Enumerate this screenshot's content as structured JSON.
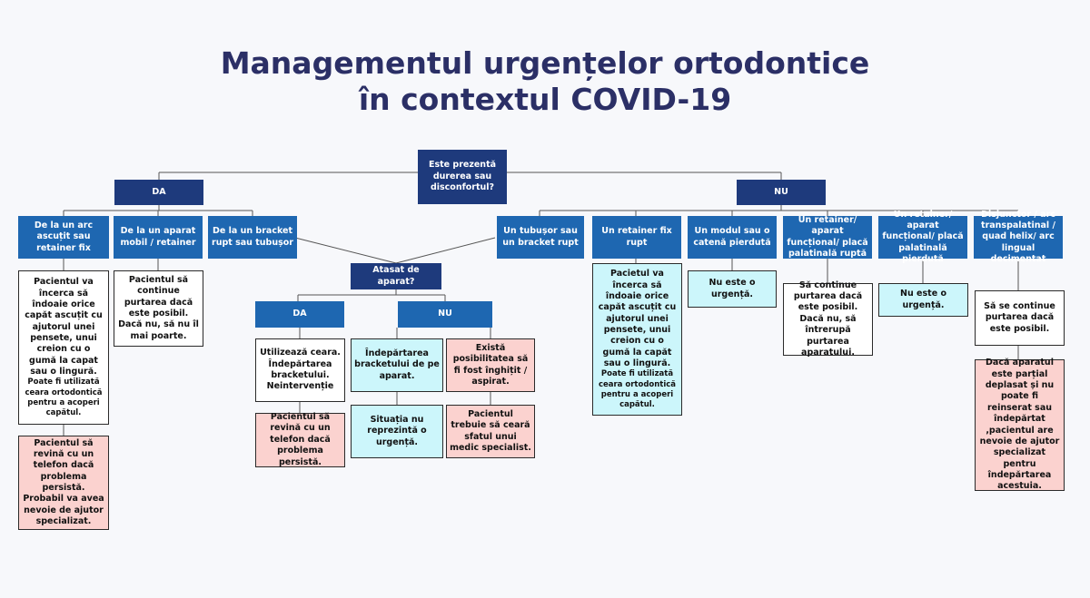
{
  "title": {
    "line1": "Managementul urgențelor ortodontice",
    "line2": "în contextul COVID-19"
  },
  "colors": {
    "title": "#2b2f66",
    "header_blue": "#1e67b1",
    "header_navy": "#1e3a7c",
    "cyan": "#ccf6fb",
    "pink": "#fbd2cf"
  },
  "root": "Este prezentă durerea sau disconfortul?",
  "yes": "DA",
  "no": "NU",
  "categories": {
    "c1": "De la un arc ascuțit sau retainer fix",
    "c2": "De la un aparat mobil / retainer",
    "c3": "De la un bracket rupt sau tubușor",
    "c4": "Un tubușor sau un bracket rupt",
    "c5": "Un retainer fix rupt",
    "c6": "Un modul sau o catenă pierdută",
    "c7": "Un retainer/ aparat funcțional/ placă palatinală ruptă",
    "c8": "Un retainer/ aparat funcțional/ placă palatinală pierdută",
    "c9": "Disjunctor / arc transpalatinal / quad helix/ arc lingual decimentat"
  },
  "attached": {
    "question": "Atasat de aparat?",
    "yes": "DA",
    "no": "NU"
  },
  "boxes": {
    "c1_a": "Pacientul va încerca să îndoaie orice capăt ascuțit cu ajutorul unei pensete, unui creion cu o gumă la capat sau o lingură.",
    "c1_a_note": "Poate fi utilizată ceara ortodontică pentru a acoperi capătul.",
    "c1_b": "Pacientul să revină cu un telefon dacă problema persistă. Probabil va avea nevoie de ajutor specializat.",
    "c2_a": "Pacientul să continue purtarea dacă este posibil. Dacă nu, să nu îl mai poarte.",
    "da_a": "Utilizează ceara. Îndepărtarea bracketului. Neintervenție",
    "da_b": "Pacientul să revină cu un telefon dacă problema persistă.",
    "nu_a": "Îndepărtarea bracketului de pe aparat.",
    "nu_b": "Situația nu reprezintă o urgență.",
    "nu_c": "Există posibilitatea să fi fost înghițit / aspirat.",
    "nu_d": "Pacientul trebuie să ceară sfatul unui medic specialist.",
    "c5_a": "Pacietul va încerca să îndoaie orice capăt ascuțit cu ajutorul unei pensete, unui creion cu o gumă la capăt sau o lingură.",
    "c5_a_note": "Poate fi utilizată ceara ortodontică pentru a acoperi capătul.",
    "c6_a": "Nu este o urgență.",
    "c7_a": "Să continue purtarea dacă este posibil. Dacă nu, să întrerupă purtarea aparatului.",
    "c8_a": "Nu este o urgență.",
    "c9_a": "Să se continue purtarea dacă este posibil.",
    "c9_b": "Dacă aparatul este parțial deplasat și nu poate fi reinserat sau îndepărtat ,pacientul are nevoie de ajutor specializat pentru îndepărtarea acestuia."
  }
}
